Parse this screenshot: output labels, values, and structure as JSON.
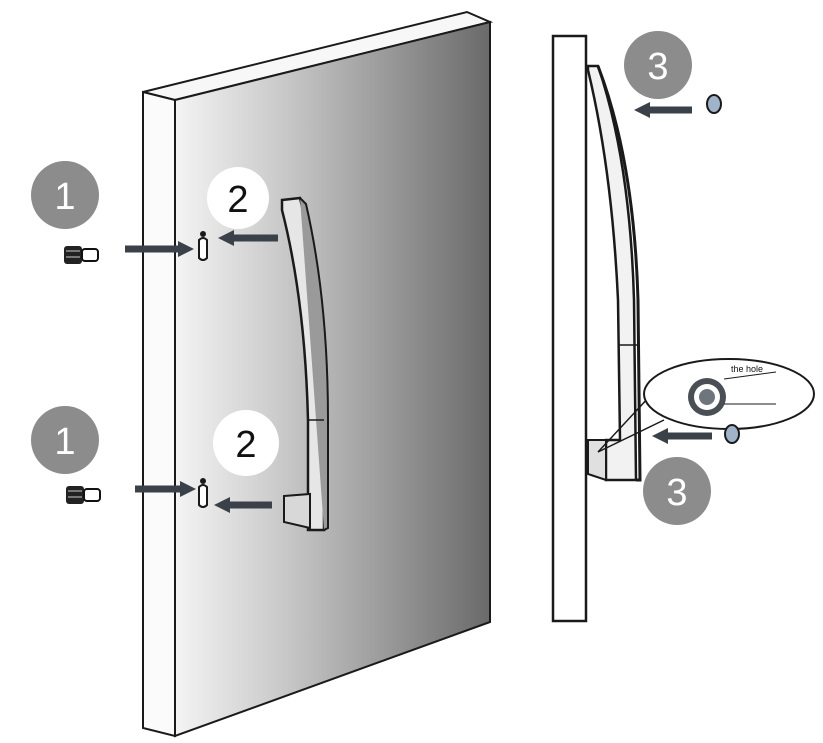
{
  "steps": [
    {
      "number": "1",
      "style": "gray"
    },
    {
      "number": "1",
      "style": "gray"
    },
    {
      "number": "2",
      "style": "white"
    },
    {
      "number": "2",
      "style": "white"
    },
    {
      "number": "3",
      "style": "gray"
    },
    {
      "number": "3",
      "style": "gray"
    }
  ],
  "callout": {
    "label": "the hole"
  },
  "colors": {
    "step_gray": "#8c8c8c",
    "arrow": "#3a4148",
    "wall_dark": "#6e6e6e",
    "wall_light": "#f2f2f2",
    "outline": "#1a1a1a",
    "screw_blue": "#9fb4c8"
  },
  "icons": [
    "wall-anchor-icon",
    "screw-icon",
    "arrow-icon",
    "wall-bracket-icon",
    "tv-panel-icon"
  ]
}
